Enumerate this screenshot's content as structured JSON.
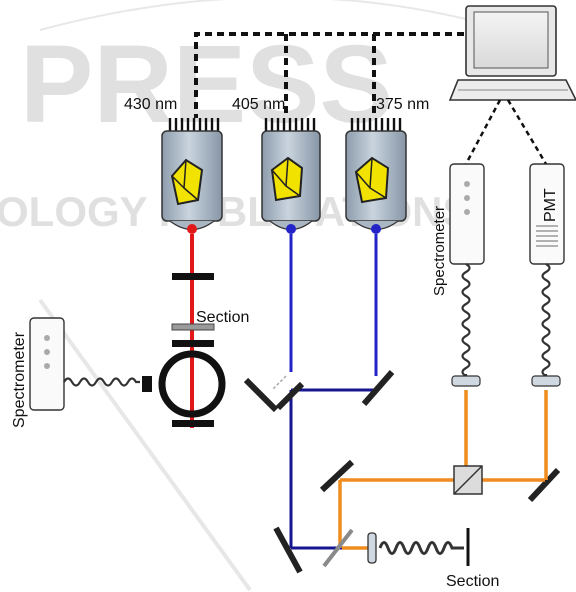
{
  "labels": {
    "laser_1": "430 nm",
    "laser_2": "405 nm",
    "laser_3": "375 nm",
    "spectrometer_left": "Spectrometer",
    "spectrometer_right": "Spectrometer",
    "pmt": "PMT",
    "section_top": "Section",
    "section_bottom": "Section"
  },
  "watermark": {
    "top": "PRESS",
    "bottom": "OLOGY PUBLICATIONS"
  },
  "colors": {
    "red_beam": "#e01818",
    "blue_beam": "#2323c8",
    "navy_beam": "#161690",
    "orange_beam": "#ef8c1e",
    "laser_head": "#b8c6d3",
    "crystal": "#f2e200"
  }
}
